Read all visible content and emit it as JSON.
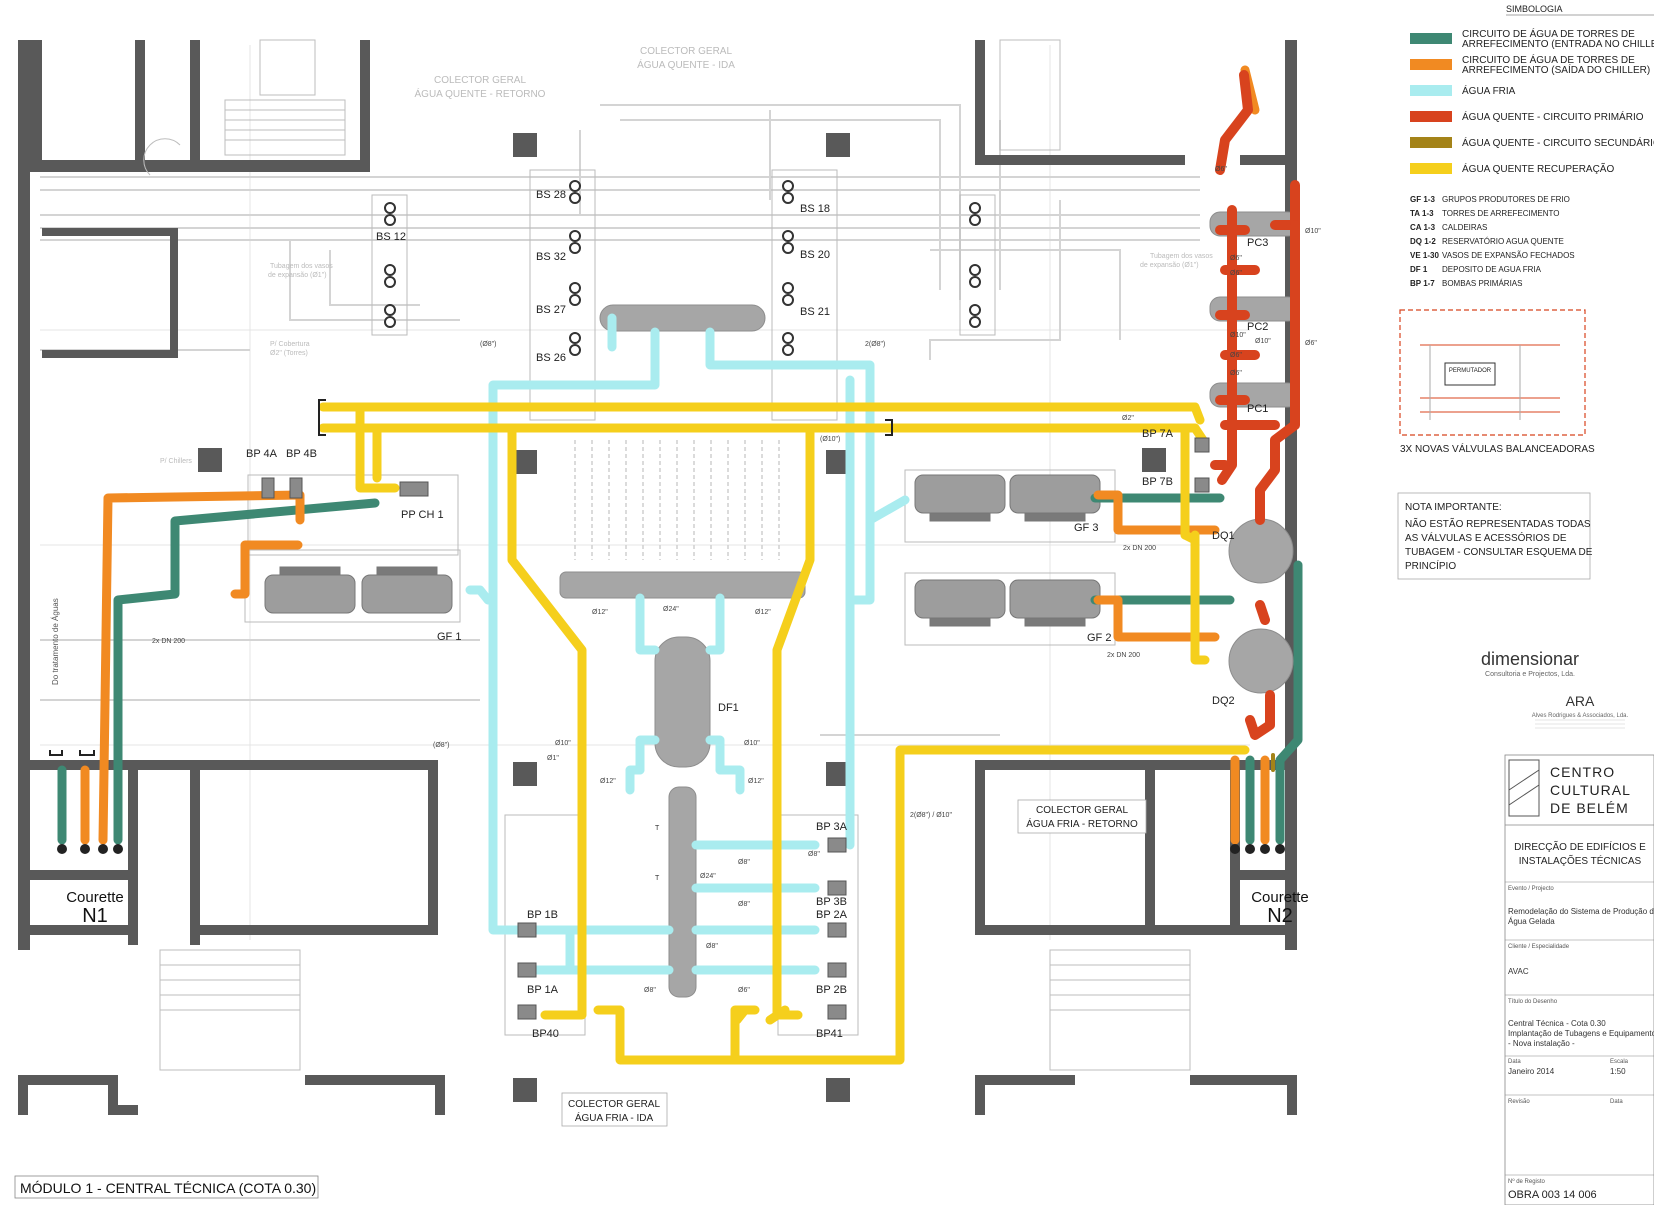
{
  "colors": {
    "wall": "#595959",
    "green": "#3e8873",
    "orange": "#f18a22",
    "cyan": "#a9ecef",
    "red": "#d8431e",
    "olive": "#a48318",
    "yellow": "#f5cf1c",
    "equip": "#a6a6a6",
    "faint": "#d3d3d3"
  },
  "legend": {
    "title": "SIMBOLOGIA",
    "entries": [
      {
        "color": "#3e8873",
        "line1": "CIRCUITO DE ÁGUA DE TORRES DE",
        "line2": "ARREFECIMENTO (ENTRADA NO CHILLER)"
      },
      {
        "color": "#f18a22",
        "line1": "CIRCUITO DE ÁGUA DE TORRES DE",
        "line2": "ARREFECIMENTO (SAÍDA DO CHILLER)"
      },
      {
        "color": "#a9ecef",
        "line1": "ÁGUA FRIA",
        "line2": ""
      },
      {
        "color": "#d8431e",
        "line1": "ÁGUA QUENTE - CIRCUITO PRIMÁRIO",
        "line2": ""
      },
      {
        "color": "#a48318",
        "line1": "ÁGUA QUENTE - CIRCUITO SECUNDÁRIO",
        "line2": ""
      },
      {
        "color": "#f5cf1c",
        "line1": "ÁGUA QUENTE RECUPERAÇÃO",
        "line2": ""
      }
    ],
    "abbreviations": [
      {
        "code": "GF 1-3",
        "desc": "GRUPOS PRODUTORES DE FRIO"
      },
      {
        "code": "TA 1-3",
        "desc": "TORRES DE ARREFECIMENTO"
      },
      {
        "code": "CA 1-3",
        "desc": "CALDEIRAS"
      },
      {
        "code": "DQ 1-2",
        "desc": "RESERVATÓRIO AGUA QUENTE"
      },
      {
        "code": "VE 1-30",
        "desc": "VASOS DE EXPANSÃO FECHADOS"
      },
      {
        "code": "DF 1",
        "desc": "DEPOSITO DE AGUA FRIA"
      },
      {
        "code": "BP 1-7",
        "desc": "BOMBAS PRIMÁRIAS"
      }
    ]
  },
  "detail": {
    "box_label": "PERMUTADOR",
    "caption": "3X NOVAS VÁLVULAS BALANCEADORAS"
  },
  "note": {
    "title": "NOTA IMPORTANTE:",
    "lines": [
      "NÃO ESTÃO REPRESENTADAS TODAS",
      "AS VÁLVULAS E ACESSÓRIOS DE",
      "TUBAGEM - CONSULTAR ESQUEMA DE",
      "PRINCÍPIO"
    ]
  },
  "firm1": {
    "name": "dimensionar",
    "sub": "Consultoria e Projectos, Lda."
  },
  "firm2": {
    "name": "ARA",
    "sub": "Alves Rodrigues & Associados, Lda."
  },
  "client": {
    "line1": "CENTRO",
    "line2": "CULTURAL",
    "line3": "DE BELÉM"
  },
  "title_block": {
    "department_line1": "DIRECÇÃO DE EDIFÍCIOS E",
    "department_line2": "INSTALAÇÕES TÉCNICAS",
    "event_label": "Evento / Projecto",
    "project_line1": "Remodelação do Sistema de Produção de",
    "project_line2": "Água Gelada",
    "client_label": "Cliente / Especialidade",
    "specialty": "AVAC",
    "drawing_label": "Título do Desenho",
    "drawing_line1": "Central Técnica - Cota 0.30",
    "drawing_line2": "Implantação de Tubagens e Equipamentos",
    "drawing_line3": "- Nova instalação -",
    "date_label": "Data",
    "date": "Janeiro 2014",
    "scale_label": "Escala",
    "scale": "1:50",
    "revision_label": "Revisão",
    "revision_date_label": "Data",
    "registry_label": "Nº de Registo",
    "registry": "OBRA 003 14 006"
  },
  "plan_title": "MÓDULO 1 - CENTRAL TÉCNICA (COTA 0.30)",
  "courettes": [
    {
      "line1": "Courette",
      "line2": "N1"
    },
    {
      "line1": "Courette",
      "line2": "N2"
    }
  ],
  "collectors": {
    "hot_return_line1": "COLECTOR GERAL",
    "hot_return_line2": "ÁGUA QUENTE - RETORNO",
    "hot_supply_line1": "COLECTOR GERAL",
    "hot_supply_line2": "ÁGUA QUENTE - IDA",
    "cold_return_line1": "COLECTOR GERAL",
    "cold_return_line2": "ÁGUA FRIA - RETORNO",
    "cold_supply_line1": "COLECTOR GERAL",
    "cold_supply_line2": "ÁGUA FRIA - IDA"
  },
  "equipment": {
    "gf1": "GF 1",
    "gf2": "GF 2",
    "gf3": "GF 3",
    "df1": "DF1",
    "dq1": "DQ1",
    "dq2": "DQ2",
    "pc1": "PC1",
    "pc2": "PC2",
    "pc3": "PC3",
    "pp_ch1": "PP CH 1",
    "bp4a": "BP 4A",
    "bp4b": "BP 4B",
    "bp7a": "BP 7A",
    "bp7b": "BP 7B",
    "bp1a": "BP 1A",
    "bp1b": "BP 1B",
    "bp2a": "BP 2A",
    "bp2b": "BP 2B",
    "bp3a": "BP 3A",
    "bp3b": "BP 3B",
    "bp40": "BP40",
    "bp41": "BP41",
    "bs12": "BS 12",
    "bs18": "BS 18",
    "bs20": "BS 20",
    "bs21": "BS 21",
    "bs26": "BS 26",
    "bs27": "BS 27",
    "bs28": "BS 28",
    "bs32": "BS 32"
  },
  "dims": {
    "d8": "(Ø8\")",
    "d2x8": "2(Ø8\")",
    "d10p": "(Ø10\")",
    "d12": "Ø12\"",
    "d24": "Ø24\"",
    "d10": "Ø10\"",
    "d8s": "Ø8\"",
    "d6": "Ø6\"",
    "d2": "Ø2\"",
    "d1": "Ø1\"",
    "d2x8_10": "2(Ø8\") / Ø10\"",
    "dn200": "2x DN 200"
  },
  "ghost_labels": {
    "water_treatment": "Do tratamento de Águas",
    "expansion": "Tubagem dos vasos",
    "expansion2": "de expansão (Ø1\")",
    "chillers": "P/ Chillers",
    "roof": "P/ Cobertura",
    "roof2": "Ø2\" (Torres)"
  }
}
